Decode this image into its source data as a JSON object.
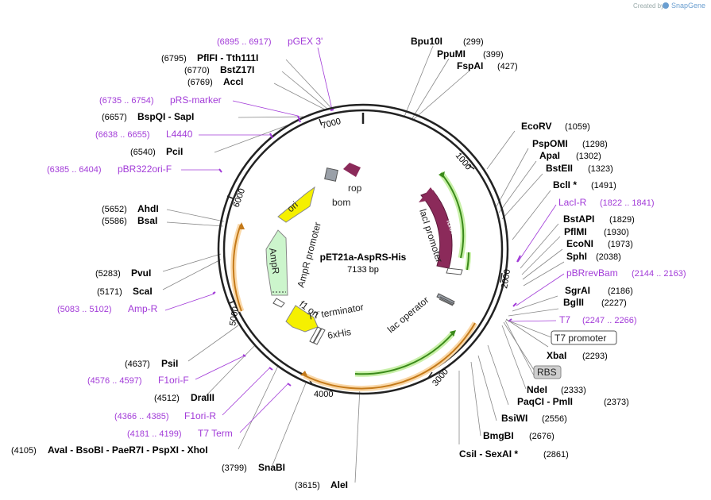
{
  "brand": {
    "created_by": "Created by",
    "name": "SnapGene"
  },
  "map": {
    "name": "pET21a-AspRS-His",
    "size": "7133 bp"
  },
  "ticks": [
    "1000",
    "2000",
    "3000",
    "4000",
    "5000",
    "6000",
    "7000"
  ],
  "features": {
    "rop": "rop",
    "bom": "bom",
    "ori": "ori",
    "ampr_promoter": "AmpR promoter",
    "ampr": "AmpR",
    "f1_ori": "f1 ori",
    "laci": "lacI",
    "laci_promoter": "lacI promoter",
    "t7_terminator": "T7 terminator",
    "his6": "6xHis",
    "lac_operator": "lac operator"
  },
  "sites_right": [
    {
      "name": "Bpu10I",
      "pos": "(299)"
    },
    {
      "name": "PpuMI",
      "pos": "(399)"
    },
    {
      "name": "FspAI",
      "pos": "(427)"
    },
    {
      "name": "EcoRV",
      "pos": "(1059)"
    },
    {
      "name": "PspOMI",
      "pos": "(1298)"
    },
    {
      "name": "ApaI",
      "pos": "(1302)"
    },
    {
      "name": "BstEII",
      "pos": "(1323)"
    },
    {
      "name": "BclI *",
      "pos": "(1491)"
    },
    {
      "name": "BstAPI",
      "pos": "(1829)"
    },
    {
      "name": "PflMI",
      "pos": "(1930)"
    },
    {
      "name": "EcoNI",
      "pos": "(1973)"
    },
    {
      "name": "SphI",
      "pos": "(2038)"
    },
    {
      "name": "SgrAI",
      "pos": "(2186)"
    },
    {
      "name": "BglII",
      "pos": "(2227)"
    },
    {
      "name": "XbaI",
      "pos": "(2293)"
    },
    {
      "name": "NdeI",
      "pos": "(2333)"
    },
    {
      "name": "PaqCI - PmlI",
      "pos": "(2373)"
    },
    {
      "name": "BsiWI",
      "pos": "(2556)"
    },
    {
      "name": "BmgBI",
      "pos": "(2676)"
    },
    {
      "name": "CsiI - SexAI *",
      "pos": "(2861)"
    }
  ],
  "sites_left": [
    {
      "name": "PflFI - Tth111I",
      "pos": "(6795)"
    },
    {
      "name": "BstZ17I",
      "pos": "(6770)"
    },
    {
      "name": "AccI",
      "pos": "(6769)"
    },
    {
      "name": "BspQI - SapI",
      "pos": "(6657)"
    },
    {
      "name": "PciI",
      "pos": "(6540)"
    },
    {
      "name": "AhdI",
      "pos": "(5652)"
    },
    {
      "name": "BsaI",
      "pos": "(5586)"
    },
    {
      "name": "PvuI",
      "pos": "(5283)"
    },
    {
      "name": "ScaI",
      "pos": "(5171)"
    },
    {
      "name": "PsiI",
      "pos": "(4637)"
    },
    {
      "name": "DraIII",
      "pos": "(4512)"
    },
    {
      "name": "AvaI - BsoBI - PaeR7I - PspXI - XhoI",
      "pos": "(4105)"
    },
    {
      "name": "SnaBI",
      "pos": "(3799)"
    },
    {
      "name": "AleI",
      "pos": "(3615)"
    }
  ],
  "primers": [
    {
      "name": "pGEX 3'",
      "pos": "(6895 .. 6917)"
    },
    {
      "name": "pRS-marker",
      "pos": "(6735 .. 6754)"
    },
    {
      "name": "L4440",
      "pos": "(6638 .. 6655)"
    },
    {
      "name": "pBR322ori-F",
      "pos": "(6385 .. 6404)"
    },
    {
      "name": "Amp-R",
      "pos": "(5083 .. 5102)"
    },
    {
      "name": "F1ori-F",
      "pos": "(4576 .. 4597)"
    },
    {
      "name": "F1ori-R",
      "pos": "(4366 .. 4385)"
    },
    {
      "name": "T7 Term",
      "pos": "(4181 .. 4199)"
    },
    {
      "name": "LacI-R",
      "pos": "(1822 .. 1841)"
    },
    {
      "name": "pBRrevBam",
      "pos": "(2144 .. 2163)"
    },
    {
      "name": "T7",
      "pos": "(2247 .. 2266)"
    }
  ],
  "boxes": {
    "t7_promoter": "T7 promoter",
    "rbs": "RBS"
  },
  "colors": {
    "primer": "#a23bd8",
    "laci": "#8b2a5a",
    "ori": "#f5f000",
    "ampr": "#ccf5cc",
    "green_arc": "#3a8a1a",
    "orange_arc": "#c47a1a",
    "rop": "#8b2a5a",
    "bom": "#9aa0a8"
  }
}
